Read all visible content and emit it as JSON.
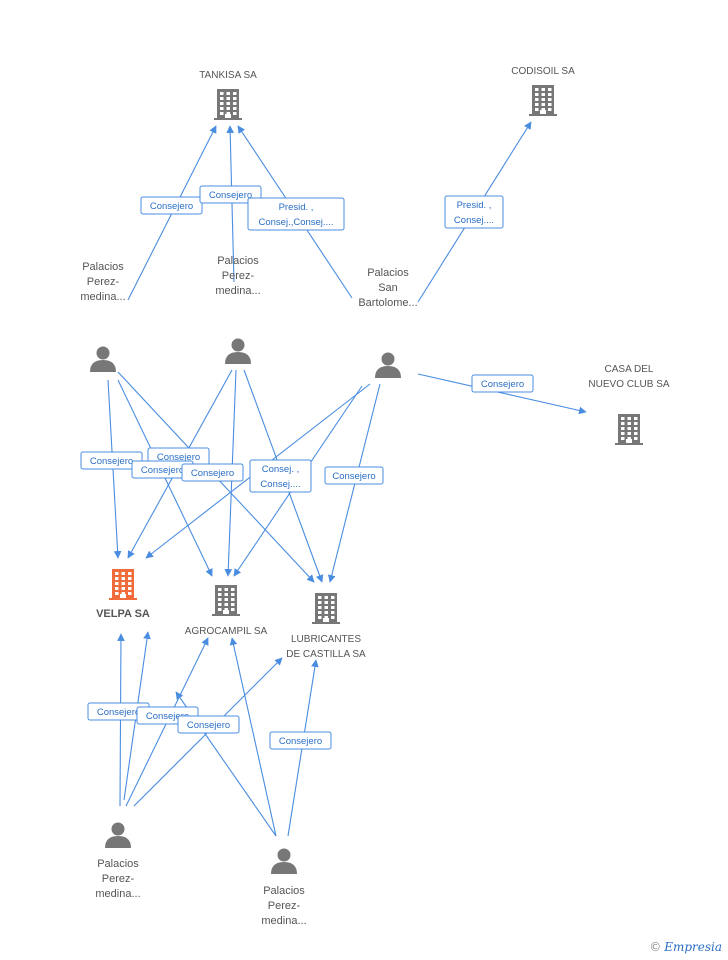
{
  "colors": {
    "edge": "#4a8de0",
    "company": "#777777",
    "focus_company": "#f26b3a",
    "person": "#777777"
  },
  "companies": {
    "tankisa": {
      "label": [
        "TANKISA SA"
      ],
      "icon": "building-icon"
    },
    "codisoil": {
      "label": [
        "CODISOIL SA"
      ],
      "icon": "building-icon"
    },
    "casa_del_nuevo_club": {
      "label": [
        "CASA DEL",
        "NUEVO CLUB SA"
      ],
      "icon": "building-icon"
    },
    "velpa": {
      "label": [
        "VELPA SA"
      ],
      "icon": "building-icon",
      "focus": true
    },
    "agrocampil": {
      "label": [
        "AGROCAMPIL SA"
      ],
      "icon": "building-icon"
    },
    "lubricantes": {
      "label": [
        "LUBRICANTES",
        "DE CASTILLA SA"
      ],
      "icon": "building-icon"
    }
  },
  "persons": {
    "p1": {
      "label": [
        "Palacios",
        "Perez-",
        "medina..."
      ],
      "icon": "person-icon"
    },
    "p2": {
      "label": [
        "Palacios",
        "Perez-",
        "medina..."
      ],
      "icon": "person-icon"
    },
    "p3": {
      "label": [
        "Palacios",
        "San",
        "Bartolome..."
      ],
      "icon": "person-icon"
    },
    "p4": {
      "label": [
        "Palacios",
        "Perez-",
        "medina..."
      ],
      "icon": "person-icon"
    },
    "p5": {
      "label": [
        "Palacios",
        "Perez-",
        "medina..."
      ],
      "icon": "person-icon"
    }
  },
  "relations": [
    {
      "lines": [
        "Consejero"
      ]
    },
    {
      "lines": [
        "Consejero"
      ]
    },
    {
      "lines": [
        "Presid. ,",
        "Consej.,Consej...."
      ]
    },
    {
      "lines": [
        "Presid. ,",
        "Consej...."
      ]
    },
    {
      "lines": [
        "Consejero"
      ]
    },
    {
      "lines": [
        "Consejero"
      ]
    },
    {
      "lines": [
        "Consejero"
      ]
    },
    {
      "lines": [
        "Consejero"
      ]
    },
    {
      "lines": [
        "Consejero"
      ]
    },
    {
      "lines": [
        "Consej. ,",
        "Consej...."
      ]
    },
    {
      "lines": [
        "Consejero"
      ]
    },
    {
      "lines": [
        "Consejero"
      ]
    },
    {
      "lines": [
        "Consejero"
      ]
    },
    {
      "lines": [
        "Consejero"
      ]
    },
    {
      "lines": [
        "Consejero"
      ]
    }
  ],
  "brand": {
    "symbol": "©",
    "name": "Empresia"
  }
}
